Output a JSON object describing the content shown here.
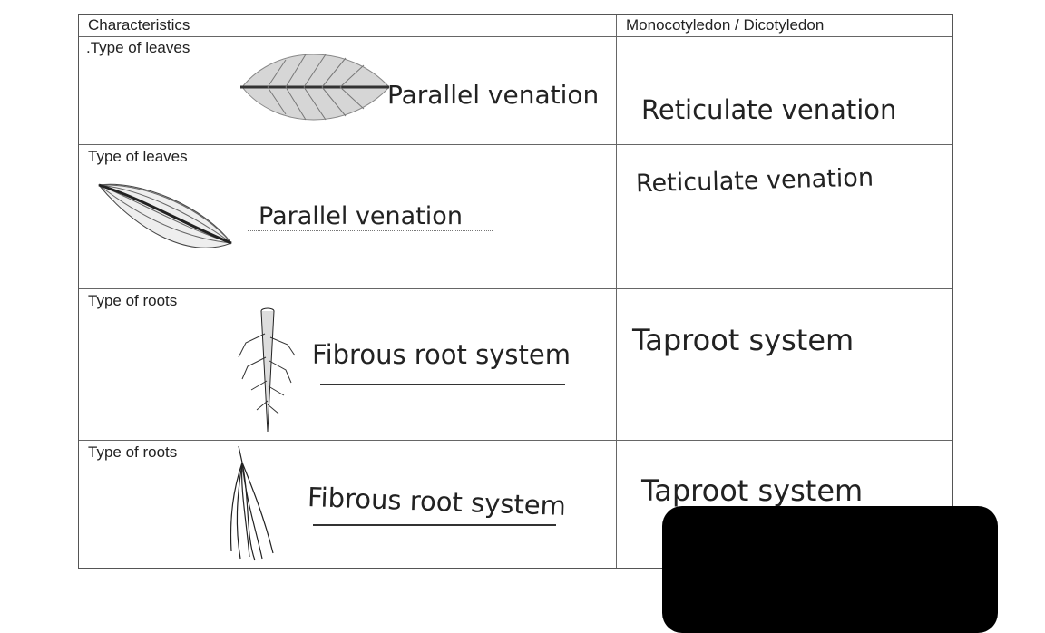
{
  "table": {
    "headers": [
      "Characteristics",
      "Monocotyledon / Dicotyledon"
    ],
    "rows": [
      {
        "characteristic": ".Type of leaves",
        "answer_left": "Parallel venation",
        "answer_right": "Reticulate venation",
        "image": "reticulate-leaf-illustration"
      },
      {
        "characteristic": "Type of leaves",
        "answer_left": "Parallel venation",
        "answer_right": "Reticulate venation",
        "image": "parallel-leaf-illustration"
      },
      {
        "characteristic": "Type of roots",
        "answer_left": "Fibrous root system",
        "answer_right": "Taproot system",
        "image": "taproot-illustration"
      },
      {
        "characteristic": "Type of roots",
        "answer_left": "Fibrous root system",
        "answer_right": "Taproot system",
        "image": "fibrous-root-illustration"
      }
    ]
  }
}
